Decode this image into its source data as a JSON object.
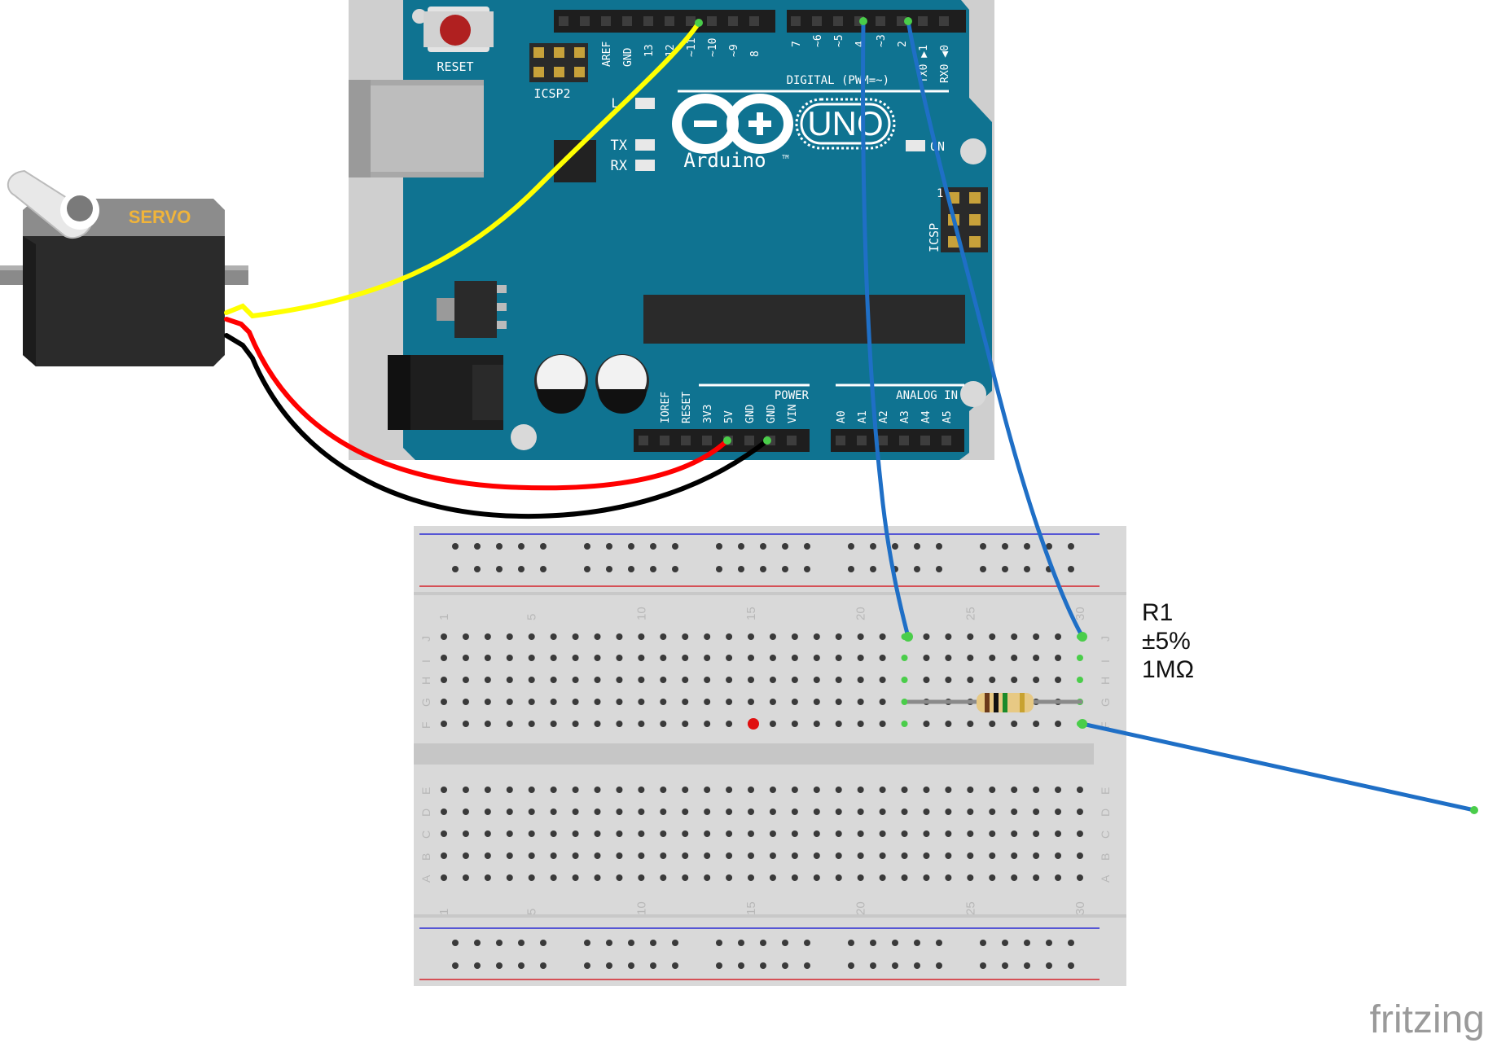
{
  "servo": {
    "label": "SERVO"
  },
  "arduino": {
    "reset_label": "RESET",
    "icsp2_label": "ICSP2",
    "icsp_label": "ICSP",
    "icsp_pin1": "1",
    "brand": "Arduino",
    "tm": "TM",
    "model": "UNO",
    "l_label": "L",
    "tx_label": "TX",
    "rx_label": "RX",
    "on_label": "ON",
    "digital_label": "DIGITAL (PWM=~)",
    "power_label": "POWER",
    "analog_label": "ANALOG IN",
    "digital_pins_left": [
      "AREF",
      "GND",
      "13",
      "12",
      "~11",
      "~10",
      "~9",
      "8"
    ],
    "digital_pins_right": [
      "7",
      "~6",
      "~5",
      "4",
      "~3",
      "2",
      "TX0 ▶1",
      "RX0 ◀0"
    ],
    "power_pins": [
      "IOREF",
      "RESET",
      "3V3",
      "5V",
      "GND",
      "GND",
      "VIN"
    ],
    "analog_pins": [
      "A0",
      "A1",
      "A2",
      "A3",
      "A4",
      "A5"
    ]
  },
  "breadboard": {
    "column_numbers": [
      "1",
      "5",
      "10",
      "15",
      "20",
      "25",
      "30"
    ],
    "rows_top": [
      "J",
      "I",
      "H",
      "G",
      "F"
    ],
    "rows_bottom": [
      "E",
      "D",
      "C",
      "B",
      "A"
    ]
  },
  "resistor": {
    "name": "R1",
    "tolerance": "±5%",
    "value": "1MΩ"
  },
  "watermark": "fritzing",
  "colors": {
    "board_teal": "#0f7391",
    "board_dark": "#0a5d77",
    "wire_yellow": "#ffff00",
    "wire_red": "#ff0000",
    "wire_black": "#000000",
    "wire_blue": "#1f6fc6",
    "breadboard_bg": "#d9d9d9",
    "rail_red": "#d4232a",
    "rail_blue": "#2a2ad4"
  }
}
